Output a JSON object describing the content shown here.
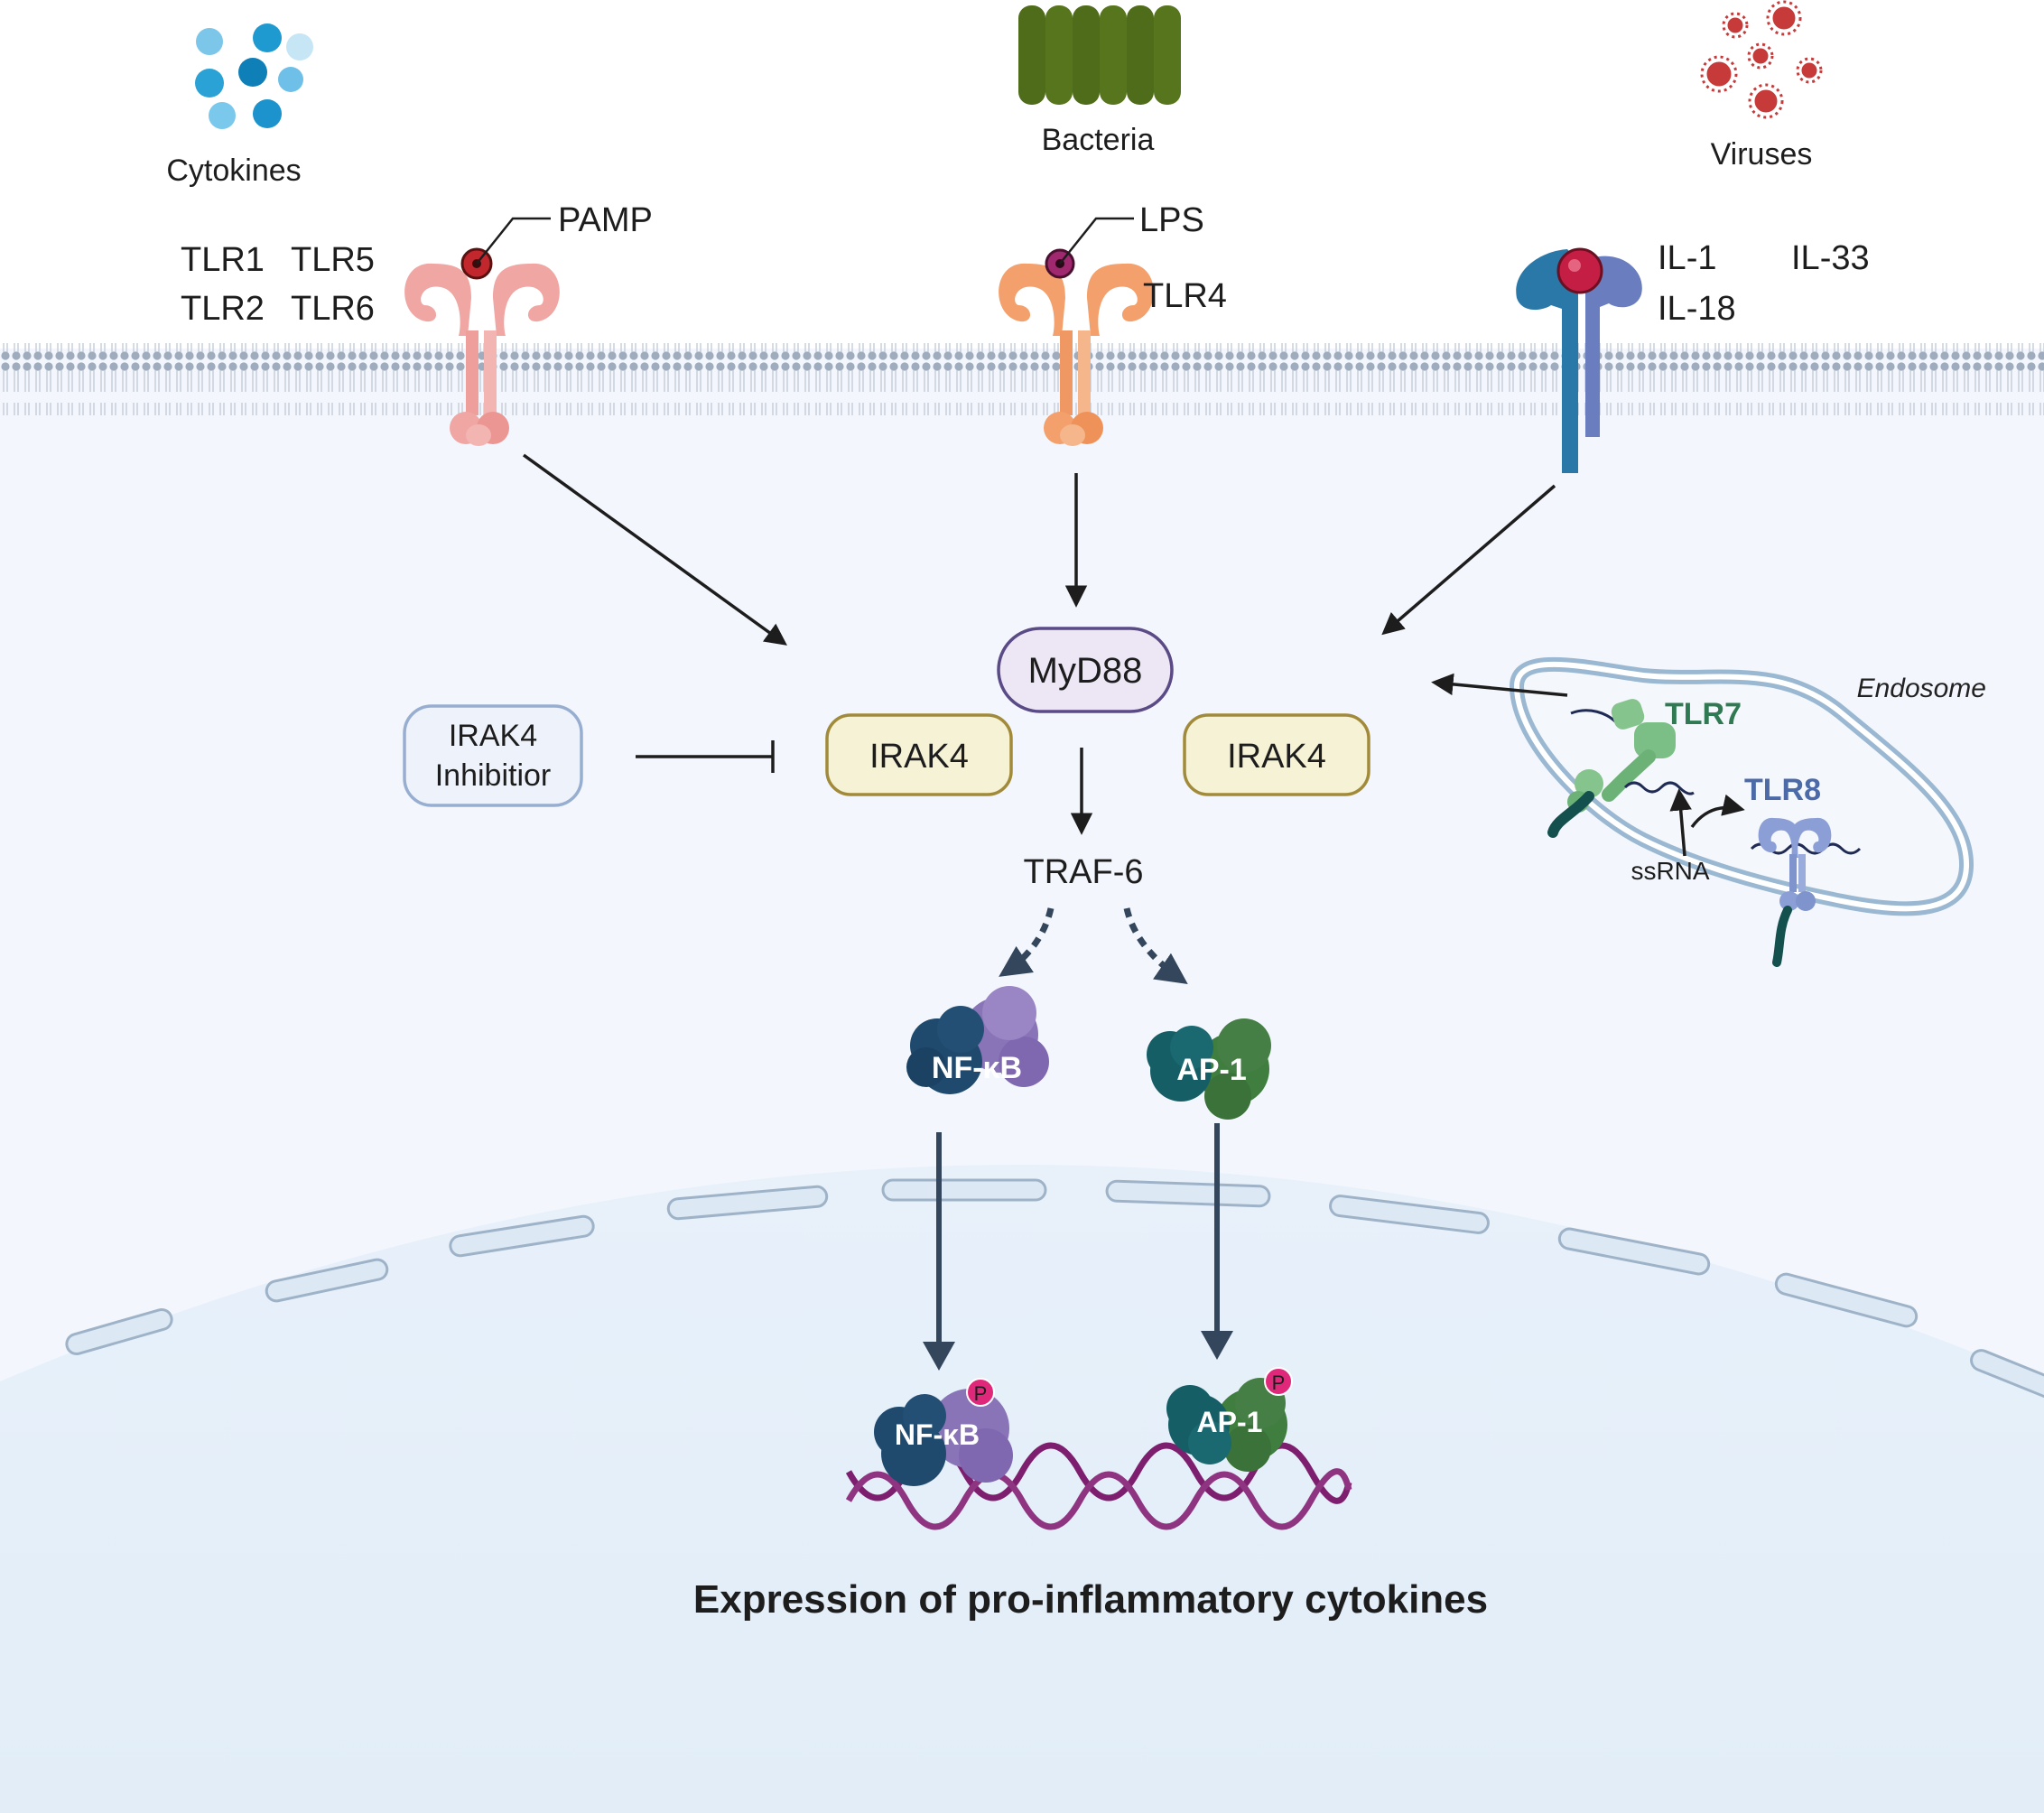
{
  "stimuli": {
    "cytokines": "Cytokines",
    "bacteria": "Bacteria",
    "viruses": "Viruses"
  },
  "receptors": {
    "tlr1": "TLR1",
    "tlr5": "TLR5",
    "tlr2": "TLR2",
    "tlr6": "TLR6",
    "pamp": "PAMP",
    "lps": "LPS",
    "tlr4": "TLR4",
    "il1": "IL-1",
    "il33": "IL-33",
    "il18": "IL-18"
  },
  "pathway": {
    "myd88": "MyD88",
    "irak4_left": "IRAK4",
    "irak4_right": "IRAK4",
    "inhibitor_line1": "IRAK4",
    "inhibitor_line2": "Inhibitior",
    "traf6": "TRAF-6",
    "nfkb": "NF-κB",
    "ap1": "AP-1",
    "nfkb_nuclear": "NF-κB",
    "ap1_nuclear": "AP-1",
    "phospho_label": "P"
  },
  "endosome": {
    "title": "Endosome",
    "tlr7": "TLR7",
    "tlr8": "TLR8",
    "ssrna": "ssRNA"
  },
  "footer": {
    "caption": "Expression of pro-inflammatory cytokines"
  },
  "colors": {
    "membrane": "#b8c4d2",
    "cytoplasm": "#f3f7fd",
    "nucleus": "#e6f0fa",
    "tlr_pink": "#f0a6a3",
    "tlr4_orange": "#f3a06c",
    "il_receptor": "#2a78a8",
    "myd88_fill": "#ece6f5",
    "myd88_stroke": "#5a4a86",
    "irak4_fill": "#f6f2d6",
    "irak4_stroke": "#a18b3a",
    "inhibitor_fill": "#eef3fb",
    "inhibitor_stroke": "#98aed0",
    "nfkb_dark": "#1f4a6e",
    "nfkb_purple": "#8a74b8",
    "ap1_teal": "#165e66",
    "ap1_green": "#3f7e3f",
    "dna": "#7d1f6e",
    "phospho": "#e0287a",
    "tlr7_green": "#2f7a52",
    "tlr8_blue": "#4c6aa8"
  }
}
